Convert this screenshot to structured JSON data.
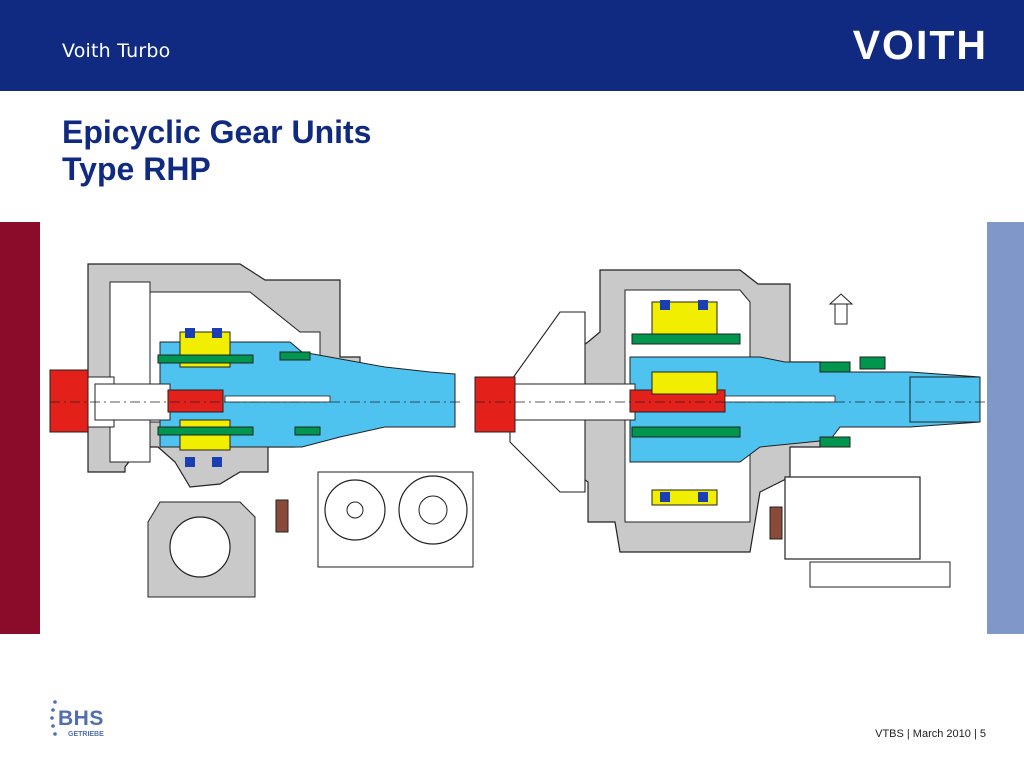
{
  "header": {
    "subtitle": "Voith Turbo",
    "logo_text": "VOITH",
    "background_color": "#0f2a80"
  },
  "title": {
    "line1": "Epicyclic Gear Units",
    "line2": "Type RHP"
  },
  "side_bars": {
    "left_color": "#8b0c2a",
    "right_color": "#7f97c9"
  },
  "bottom_logo": {
    "name": "BHS",
    "sub": "GETRIEBE"
  },
  "footer": {
    "text": "VTBS | March 2010 | 5"
  },
  "diagram": {
    "part_colors": {
      "housing": "#c9c9c9",
      "shaft_oil": "#4fc3f0",
      "planet": "#f2ee00",
      "ring": "#00964e",
      "coupling": "#e3211a",
      "bearing": "#1a3fb5",
      "brown": "#8a4a3a"
    }
  }
}
